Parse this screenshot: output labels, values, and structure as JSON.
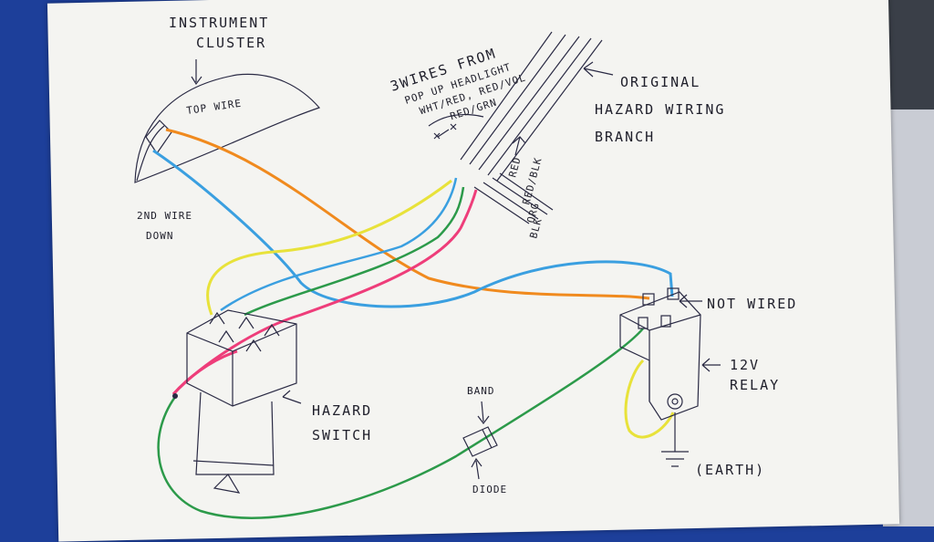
{
  "labels": {
    "cluster_line1": "INSTRUMENT",
    "cluster_line2": "CLUSTER",
    "top_wire": "TOP WIRE",
    "second_wire_line1": "2ND WIRE",
    "second_wire_line2": "DOWN",
    "three_wires_line1": "3WIRES FROM",
    "three_wires_line2": "POP UP HEADLIGHT",
    "three_wires_line3": "WHT/RED, RED/VOL",
    "three_wires_line4": "RED/GRN",
    "original_line1": "ORIGINAL",
    "original_line2": "HAZARD WIRING",
    "original_line3": "BRANCH",
    "wire_red": "RED",
    "wire_red_blk": "RED/BLK",
    "wire_org": "ORG",
    "wire_blk": "BLK",
    "not_wired": "NOT WIRED",
    "relay_line1": "12V",
    "relay_line2": "RELAY",
    "hazard_line1": "HAZARD",
    "hazard_line2": "SWITCH",
    "band": "BAND",
    "diode": "DIODE",
    "earth": "(EARTH)"
  },
  "wire_colors": {
    "orange": "#f08a1e",
    "blue": "#3a9fe0",
    "yellow": "#e8e23a",
    "green": "#2c9a4a",
    "pink": "#ee3d7a",
    "dark": "#2a2a44"
  }
}
